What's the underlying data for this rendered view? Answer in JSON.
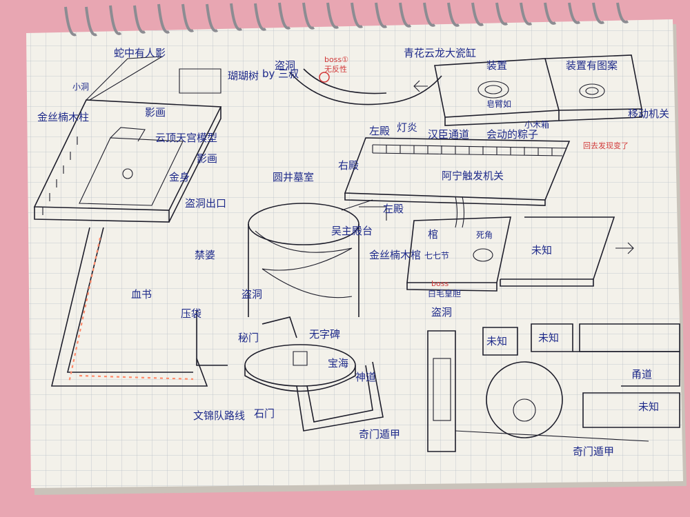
{
  "colors": {
    "ink": "#1e2a8a",
    "pen": "#1d1d2a",
    "red": "#d23a3a",
    "orange": "#ff8a6a",
    "paper": "#f3f1ea",
    "background": "#e8a6b2"
  },
  "labels": {
    "snake_top": "蛇中有人影",
    "xiaodong": "小洞",
    "jinsi_left": "金丝楠木柱",
    "hutree": "瑚瑚树",
    "by_sanshu": "by 三叔",
    "daodong_top": "盗洞",
    "boss1": "boss①",
    "huanyingzhe": "无反性",
    "qinglong": "青花云龙大瓷缸",
    "zhuangzhi": "装置",
    "zhuangzhi_right": "装置有图案",
    "peiji": "皂臂如",
    "xiaomu": "小木箱",
    "move_switch": "移动机关",
    "yingbi": "影画",
    "yunding": "云顶天宫模型",
    "yingbi2": "影画",
    "jinshen": "金身",
    "daodong_exit": "盗洞出口",
    "zuodian_top": "左殿",
    "dengxian": "灯炎",
    "tongdao": "汉臣通道",
    "ziding": "会动的粽子",
    "back_discover": "回去发现变了",
    "youdian": "右殿",
    "agu": "阿宁触发机关",
    "yuanjing": "圆井墓室",
    "zuodian_mid": "左殿",
    "jinsi_mid": "金丝楠木棺",
    "yisheng": "吴主殿台",
    "guoguan": "棺",
    "shiyu": "七七节",
    "sizhou": "死角",
    "boss_mid": "boss",
    "bailian": "白毛皇胆",
    "daodong_mid": "盗洞",
    "unknown_mid": "未知",
    "jinbo": "禁婆",
    "xueshu": "血书",
    "yazi": "压袋",
    "daodong_left": "盗洞",
    "mimen": "秘门",
    "wuzibei": "无字碑",
    "baodong": "宝海",
    "shendao": "神道",
    "shimen": "石门",
    "route": "文锦队路线",
    "qimen_center": "奇门遁甲",
    "unknown_a": "未知",
    "unknown_b": "未知",
    "yongdao": "甬道",
    "unknown_c": "未知",
    "qimen_right": "奇门遁甲"
  }
}
